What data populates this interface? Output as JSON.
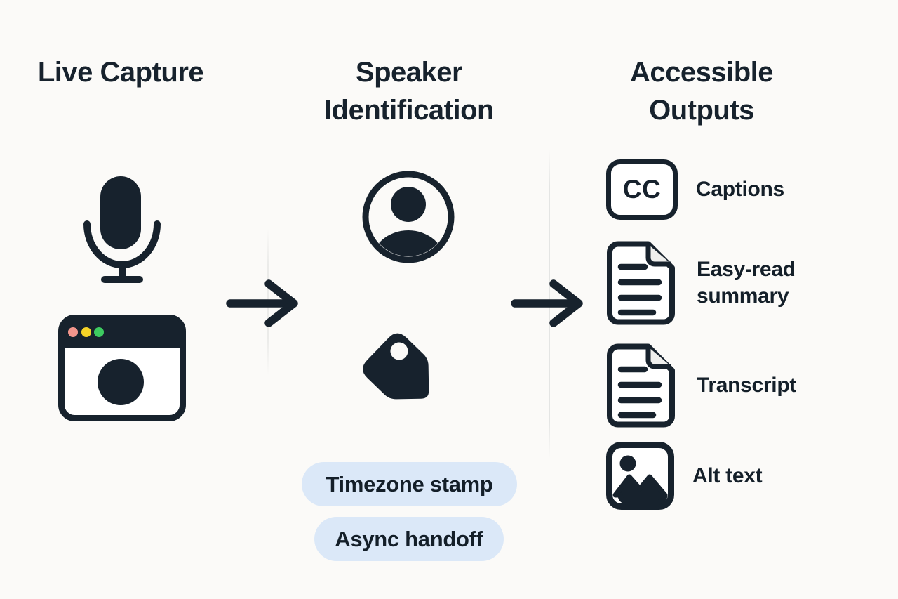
{
  "palette": {
    "ink": "#17222d",
    "bg": "#fbfaf8",
    "pill_bg": "#dbe8f8",
    "dot_red": "#f2958c",
    "dot_yellow": "#f5d327",
    "dot_green": "#3dcb60",
    "fold": "#efefed",
    "divider": "#e4e5e4"
  },
  "stages": [
    {
      "title": "Live Capture",
      "icons": [
        "microphone-icon",
        "browser-record-window-icon"
      ]
    },
    {
      "title": "Speaker Identification",
      "icons": [
        "user-avatar-icon",
        "tag-icon"
      ]
    },
    {
      "title": "Accessible Outputs"
    }
  ],
  "connectors": [
    {
      "icon": "arrow-right-icon"
    },
    {
      "icon": "arrow-right-icon"
    }
  ],
  "speaker": {
    "badges": [
      "Timezone stamp",
      "Async handoff"
    ]
  },
  "outputs": {
    "items": [
      {
        "icon": "captions-cc-icon",
        "icon_text": "CC",
        "label": "Captions"
      },
      {
        "icon": "document-lines-icon",
        "label": "Easy-read summary"
      },
      {
        "icon": "document-lines-icon",
        "label": "Transcript"
      },
      {
        "icon": "image-icon",
        "label": "Alt text"
      }
    ]
  }
}
